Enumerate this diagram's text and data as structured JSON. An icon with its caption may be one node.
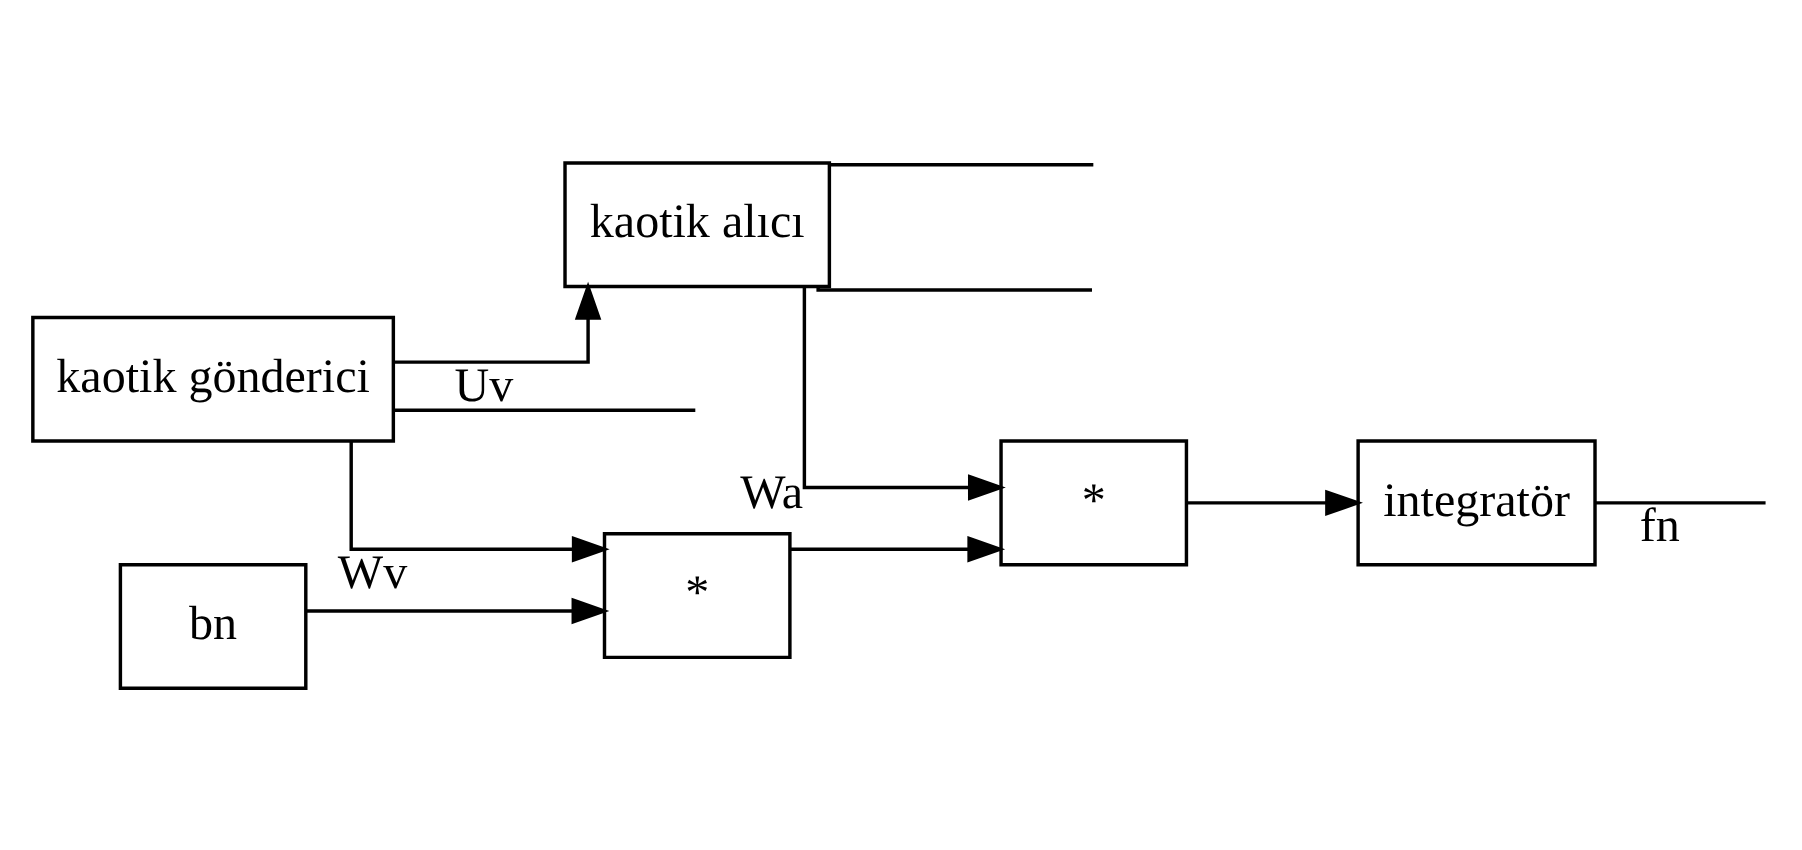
{
  "diagram": {
    "nodes": [
      {
        "text": [
          "kaotik gönderici"
        ]
      },
      {
        "text": [
          "kaotik alıcı"
        ]
      },
      {
        "text": [
          "*"
        ]
      },
      {
        "text": [
          "bn"
        ]
      },
      {
        "text": [
          "*"
        ]
      },
      {
        "text": [
          "integratör"
        ]
      }
    ],
    "edges": [
      {
        "from": 0,
        "to": 1,
        "arrow": "to",
        "label": "Uv"
      },
      {
        "from": 0,
        "to": null,
        "arrow": "none"
      },
      {
        "from": 1,
        "to": null,
        "arrow": "none"
      },
      {
        "from": 1,
        "to": null,
        "arrow": "none"
      },
      {
        "from": 0,
        "to": 2,
        "arrow": "to",
        "label": "Wv"
      },
      {
        "from": 3,
        "to": 2,
        "arrow": "to"
      },
      {
        "from": 1,
        "to": 4,
        "arrow": "to",
        "label": "Wa"
      },
      {
        "from": 2,
        "to": 4,
        "arrow": "to"
      },
      {
        "from": 4,
        "to": 5,
        "arrow": "to"
      },
      {
        "from": 5,
        "to": null,
        "arrow": "none",
        "label": "fn"
      }
    ]
  }
}
